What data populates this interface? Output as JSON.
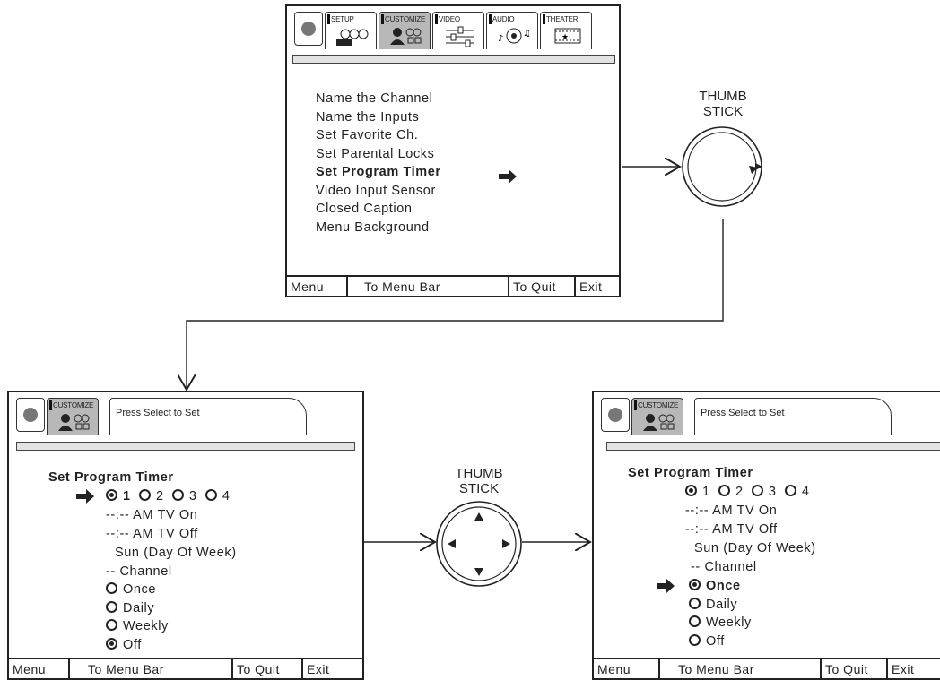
{
  "top_screen": {
    "tabs": [
      "SETUP",
      "CUSTOMIZE",
      "VIDEO",
      "AUDIO",
      "THEATER"
    ],
    "active_tab": "CUSTOMIZE",
    "menu_items": [
      "Name the Channel",
      "Name the Inputs",
      "Set Favorite Ch.",
      "Set Parental Locks",
      "Set Program Timer",
      "Video Input Sensor",
      "Closed Caption",
      "Menu Background"
    ],
    "selected_item": "Set Program Timer",
    "footer": [
      "Menu",
      "To Menu Bar",
      "To Quit",
      "Exit"
    ]
  },
  "thumb_stick_1": {
    "line1": "THUMB",
    "line2": "STICK"
  },
  "thumb_stick_2": {
    "line1": "THUMB",
    "line2": "STICK"
  },
  "left_screen": {
    "tab": "CUSTOMIZE",
    "callout": "Press Select to Set",
    "title": "Set Program Timer",
    "timer_options": [
      {
        "label": "1",
        "selected": true
      },
      {
        "label": "2",
        "selected": false
      },
      {
        "label": "3",
        "selected": false
      },
      {
        "label": "4",
        "selected": false
      }
    ],
    "tv_on": "--:-- AM TV On",
    "tv_off": "--:-- AM TV Off",
    "day": "Sun (Day Of Week)",
    "channel": "-- Channel",
    "frequency": [
      {
        "label": "Once",
        "selected": false
      },
      {
        "label": "Daily",
        "selected": false
      },
      {
        "label": "Weekly",
        "selected": false
      },
      {
        "label": "Off",
        "selected": true
      }
    ],
    "footer": [
      "Menu",
      "To Menu Bar",
      "To Quit",
      "Exit"
    ]
  },
  "right_screen": {
    "tab": "CUSTOMIZE",
    "callout": "Press Select to Set",
    "title": "Set Program Timer",
    "timer_options": [
      {
        "label": "1",
        "selected": true
      },
      {
        "label": "2",
        "selected": false
      },
      {
        "label": "3",
        "selected": false
      },
      {
        "label": "4",
        "selected": false
      }
    ],
    "tv_on": "--:-- AM TV On",
    "tv_off": "--:-- AM TV Off",
    "day": "Sun (Day Of Week)",
    "channel": "-- Channel",
    "frequency": [
      {
        "label": "Once",
        "selected": true
      },
      {
        "label": "Daily",
        "selected": false
      },
      {
        "label": "Weekly",
        "selected": false
      },
      {
        "label": "Off",
        "selected": false
      }
    ],
    "footer": [
      "Menu",
      "To Menu Bar",
      "To Quit",
      "Exit"
    ]
  }
}
